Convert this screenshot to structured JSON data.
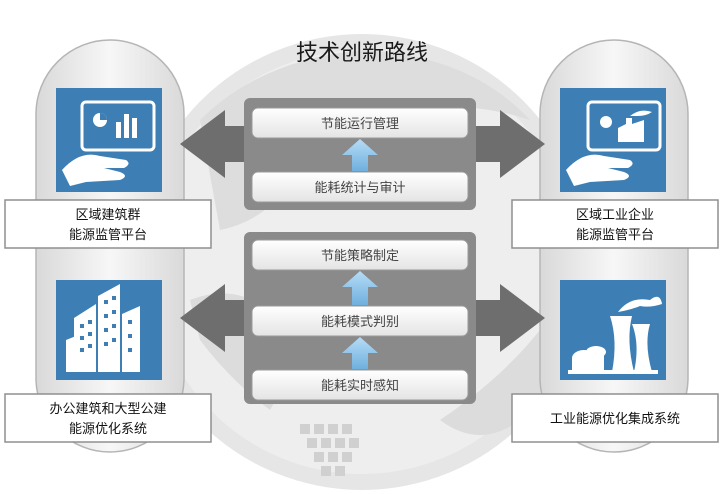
{
  "title": "技术创新路线",
  "steps": {
    "s1": "节能运行管理",
    "s2": "能耗统计与审计",
    "s3": "节能策略制定",
    "s4": "能耗模式判别",
    "s5": "能耗实时感知"
  },
  "boxes": {
    "left_top_l1": "区域建筑群",
    "left_top_l2": "能源监管平台",
    "left_bottom_l1": "办公建筑和大型公建",
    "left_bottom_l2": "能源优化系统",
    "right_top_l1": "区域工业企业",
    "right_top_l2": "能源监管平台",
    "right_bottom_l1": "工业能源优化集成系统"
  },
  "colors": {
    "tile_blue": "#3d7fb4",
    "arrow_gray": "#6e6e6e",
    "up_arrow_blue": "#8ec2e8",
    "column_gray": "#8a8a8a"
  },
  "icons": {
    "left_top": "tablet-chart-icon",
    "left_bottom": "office-buildings-icon",
    "right_top": "tablet-factory-icon",
    "right_bottom": "power-plant-icon"
  }
}
